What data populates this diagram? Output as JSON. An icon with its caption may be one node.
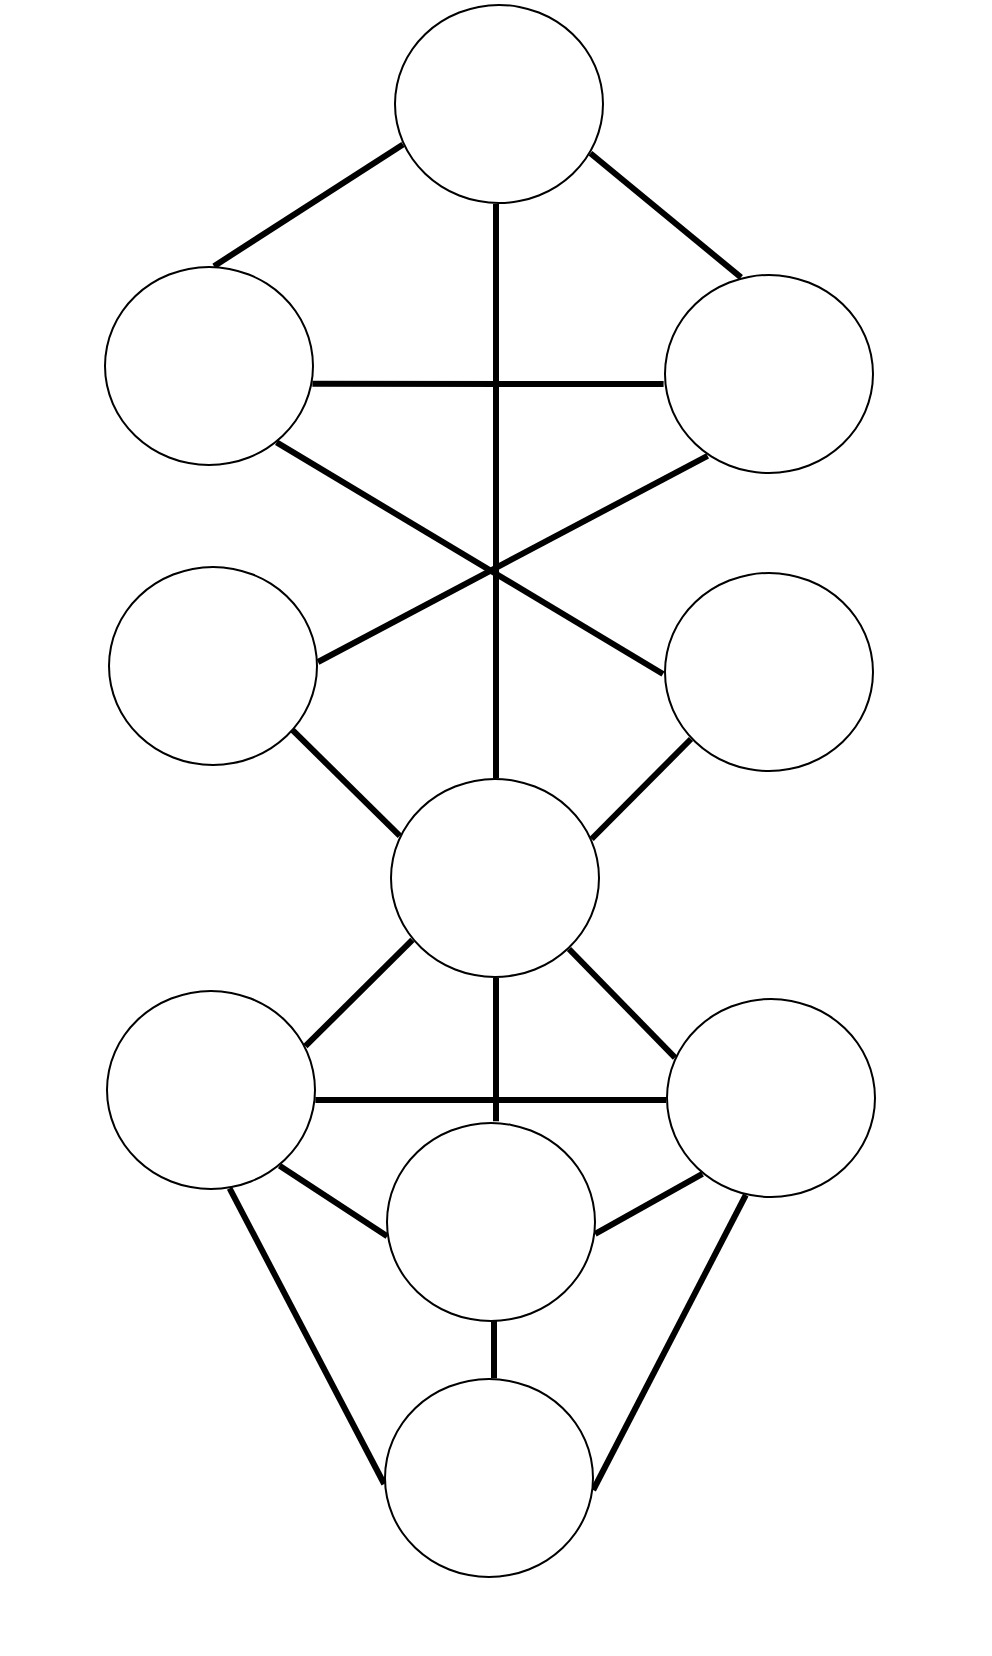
{
  "diagram": {
    "nodes": [
      {
        "text": [],
        "shape": "circle"
      },
      {
        "text": [],
        "shape": "circle"
      },
      {
        "text": [],
        "shape": "circle"
      },
      {
        "text": [],
        "shape": "circle"
      },
      {
        "text": [],
        "shape": "circle"
      },
      {
        "text": [],
        "shape": "circle"
      },
      {
        "text": [],
        "shape": "circle"
      },
      {
        "text": [],
        "shape": "circle"
      },
      {
        "text": [],
        "shape": "circle"
      },
      {
        "text": [],
        "shape": "circle"
      }
    ],
    "edges": [
      {
        "from": 0,
        "to": 1,
        "arrow": "none"
      },
      {
        "from": 0,
        "to": 2,
        "arrow": "none"
      },
      {
        "from": 0,
        "to": 5,
        "arrow": "none"
      },
      {
        "from": 1,
        "to": 2,
        "arrow": "none"
      },
      {
        "from": 1,
        "to": 4,
        "arrow": "none"
      },
      {
        "from": 2,
        "to": 3,
        "arrow": "none"
      },
      {
        "from": 3,
        "to": 5,
        "arrow": "none"
      },
      {
        "from": 4,
        "to": 5,
        "arrow": "none"
      },
      {
        "from": 5,
        "to": 6,
        "arrow": "none"
      },
      {
        "from": 5,
        "to": 7,
        "arrow": "none"
      },
      {
        "from": 5,
        "to": 8,
        "arrow": "none"
      },
      {
        "from": 6,
        "to": 7,
        "arrow": "none"
      },
      {
        "from": 6,
        "to": 8,
        "arrow": "none"
      },
      {
        "from": 7,
        "to": 8,
        "arrow": "none"
      },
      {
        "from": 6,
        "to": 9,
        "arrow": "none"
      },
      {
        "from": 7,
        "to": 9,
        "arrow": "none"
      },
      {
        "from": 8,
        "to": 9,
        "arrow": "none"
      }
    ]
  }
}
